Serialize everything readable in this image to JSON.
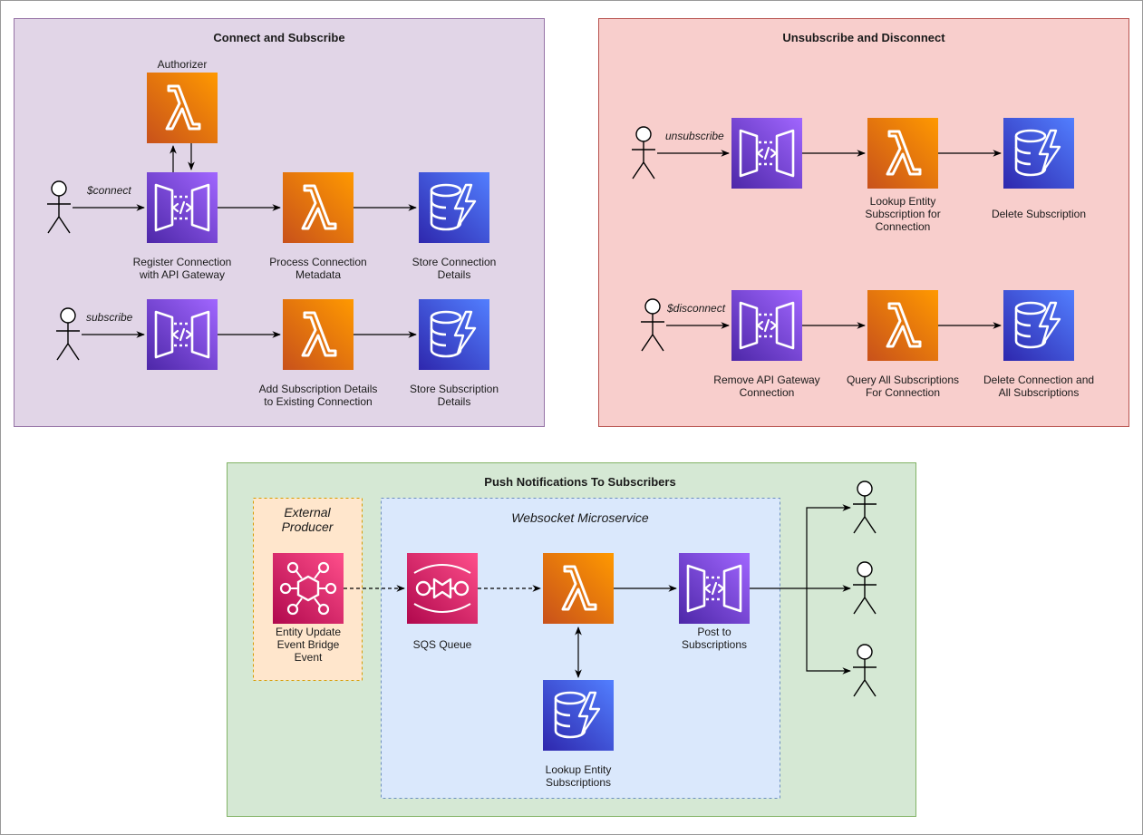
{
  "panels": {
    "connect": {
      "title": "Connect and Subscribe",
      "color": "#e1d5e7",
      "border": "#9673a6"
    },
    "disconnect": {
      "title": "Unsubscribe and Disconnect",
      "color": "#f8cecc",
      "border": "#b85450"
    },
    "push": {
      "title": "Push Notifications To Subscribers",
      "color": "#d5e8d4",
      "border": "#82b366"
    },
    "external": {
      "title": "External Producer",
      "color": "#ffe6cc",
      "border": "#d79b00"
    },
    "websocket": {
      "title": "Websocket Microservice",
      "color": "#dae8fc",
      "border": "#6c8ebf"
    }
  },
  "nodes": {
    "authorizer": {
      "label": "Authorizer",
      "icon": "lambda-icon"
    },
    "register_gw": {
      "label": "Register Connection with API Gateway",
      "icon": "api-gateway-icon"
    },
    "process_lambda": {
      "label": "Process Connection Metadata",
      "icon": "lambda-icon"
    },
    "store_conn_db": {
      "label": "Store Connection Details",
      "icon": "dynamodb-icon"
    },
    "subscribe_gw": {
      "label": "",
      "icon": "api-gateway-icon"
    },
    "add_sub_lambda": {
      "label": "Add Subscription Details to Existing Connection",
      "icon": "lambda-icon"
    },
    "store_sub_db": {
      "label": "Store Subscription Details",
      "icon": "dynamodb-icon"
    },
    "unsub_gw": {
      "label": "",
      "icon": "api-gateway-icon"
    },
    "lookup_lambda": {
      "label": "Lookup Entity Subscription for Connection",
      "icon": "lambda-icon"
    },
    "delete_sub_db": {
      "label": "Delete Subscription",
      "icon": "dynamodb-icon"
    },
    "remove_gw": {
      "label": "Remove API Gateway Connection",
      "icon": "api-gateway-icon"
    },
    "query_lambda": {
      "label": "Query All Subscriptions For Connection",
      "icon": "lambda-icon"
    },
    "delete_all_db": {
      "label": "Delete Connection and All Subscriptions",
      "icon": "dynamodb-icon"
    },
    "eventbridge": {
      "label": "Entity Update Event Bridge Event",
      "icon": "eventbridge-icon"
    },
    "sqs": {
      "label": "SQS Queue",
      "icon": "sqs-icon"
    },
    "push_lambda": {
      "label": "",
      "icon": "lambda-icon"
    },
    "lookup_db": {
      "label": "Lookup Entity Subscriptions",
      "icon": "dynamodb-icon"
    },
    "post_gw": {
      "label": "Post to Subscriptions",
      "icon": "api-gateway-icon"
    }
  },
  "edges": {
    "connect": "$connect",
    "subscribe": "subscribe",
    "unsubscribe": "unsubscribe",
    "disconnect": "$disconnect"
  },
  "colors": {
    "lambda_top": "#f78e04",
    "lambda_bottom": "#d05c17",
    "gw_top": "#945df2",
    "gw_bottom": "#5a30b5",
    "db_top": "#4d72f3",
    "db_bottom": "#3334b9",
    "pink_top": "#ff4f8b",
    "pink_bottom": "#bc1356"
  }
}
